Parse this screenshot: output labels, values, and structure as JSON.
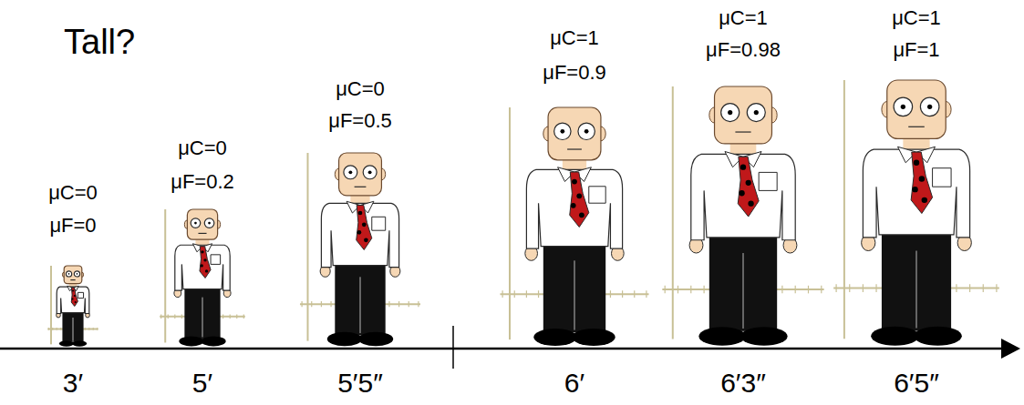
{
  "diagram": {
    "title": "Tall?",
    "labels": [
      "μC=0",
      "μF=0",
      "μC=0",
      "μF=0.2",
      "μC=0",
      "μF=0.5",
      "μC=1",
      "μF=0.9",
      "μC=1",
      "μF=0.98",
      "μC=1",
      "μF=1",
      "3′",
      "5′",
      "5′5″",
      "6′",
      "6′3″",
      "6′5″"
    ]
  }
}
